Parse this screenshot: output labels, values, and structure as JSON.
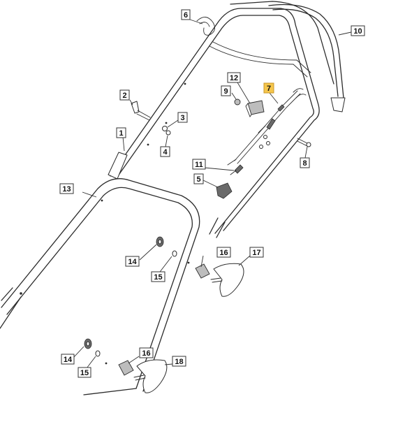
{
  "diagram": {
    "callouts": [
      {
        "id": "c6",
        "label": "6"
      },
      {
        "id": "c10",
        "label": "10"
      },
      {
        "id": "c12",
        "label": "12"
      },
      {
        "id": "c7",
        "label": "7",
        "highlighted": true
      },
      {
        "id": "c2",
        "label": "2"
      },
      {
        "id": "c9",
        "label": "9"
      },
      {
        "id": "c3",
        "label": "3"
      },
      {
        "id": "c1",
        "label": "1"
      },
      {
        "id": "c4",
        "label": "4"
      },
      {
        "id": "c8",
        "label": "8"
      },
      {
        "id": "c11",
        "label": "11"
      },
      {
        "id": "c5",
        "label": "5"
      },
      {
        "id": "c13",
        "label": "13"
      },
      {
        "id": "c16a",
        "label": "16"
      },
      {
        "id": "c17",
        "label": "17"
      },
      {
        "id": "c14a",
        "label": "14"
      },
      {
        "id": "c15a",
        "label": "15"
      },
      {
        "id": "c14b",
        "label": "14"
      },
      {
        "id": "c16b",
        "label": "16"
      },
      {
        "id": "c18",
        "label": "18"
      },
      {
        "id": "c15b",
        "label": "15"
      }
    ],
    "colors": {
      "line": "#2b2b2b",
      "highlight": "#f5c64c",
      "background": "#ffffff"
    }
  }
}
